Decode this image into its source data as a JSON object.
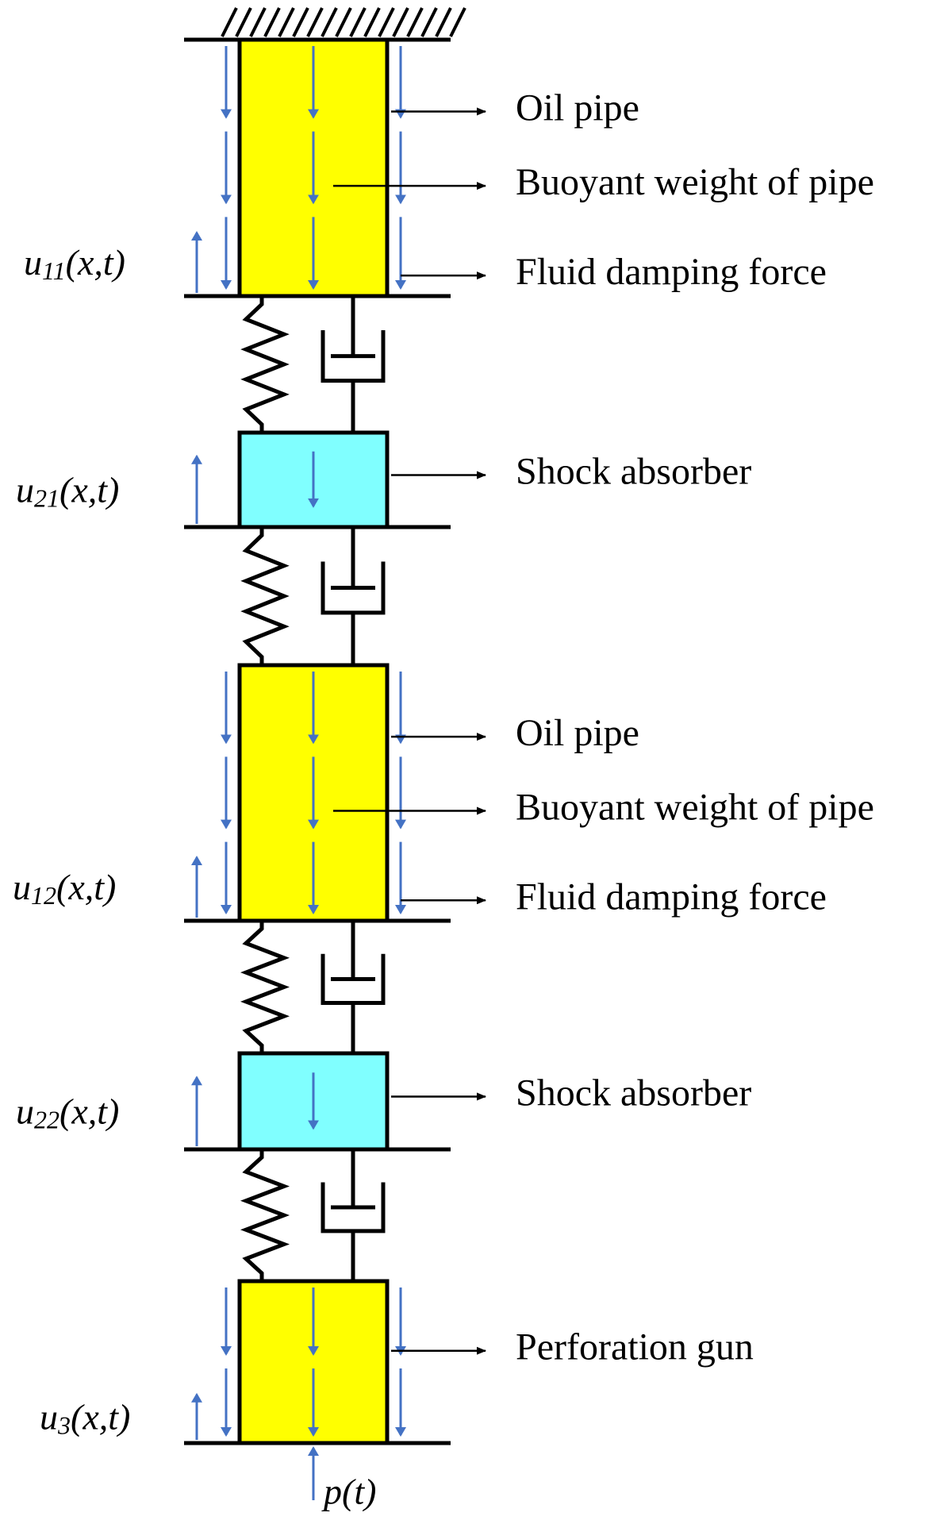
{
  "diagram": {
    "colors": {
      "pipe_fill": "#ffff00",
      "absorber_fill": "#80ffff",
      "force_arrow": "#4472c4",
      "line": "#000000"
    },
    "components": [
      {
        "id": "pipe1",
        "kind": "pipe",
        "variable": "u",
        "subscript": "11",
        "args": "(x,t)",
        "labels": [
          "Oil pipe",
          "Buoyant weight of pipe",
          "Fluid damping force"
        ]
      },
      {
        "id": "absorber1",
        "kind": "absorber",
        "variable": "u",
        "subscript": "21",
        "args": "(x,t)",
        "labels": [
          "Shock absorber"
        ]
      },
      {
        "id": "pipe2",
        "kind": "pipe",
        "variable": "u",
        "subscript": "12",
        "args": "(x,t)",
        "labels": [
          "Oil pipe",
          "Buoyant weight of pipe",
          "Fluid damping force"
        ]
      },
      {
        "id": "absorber2",
        "kind": "absorber",
        "variable": "u",
        "subscript": "22",
        "args": "(x,t)",
        "labels": [
          "Shock absorber"
        ]
      },
      {
        "id": "gun",
        "kind": "gun",
        "variable": "u",
        "subscript": "3",
        "args": "(x,t)",
        "labels": [
          "Perforation gun"
        ]
      }
    ],
    "excitation": {
      "label": "p(t)"
    }
  }
}
